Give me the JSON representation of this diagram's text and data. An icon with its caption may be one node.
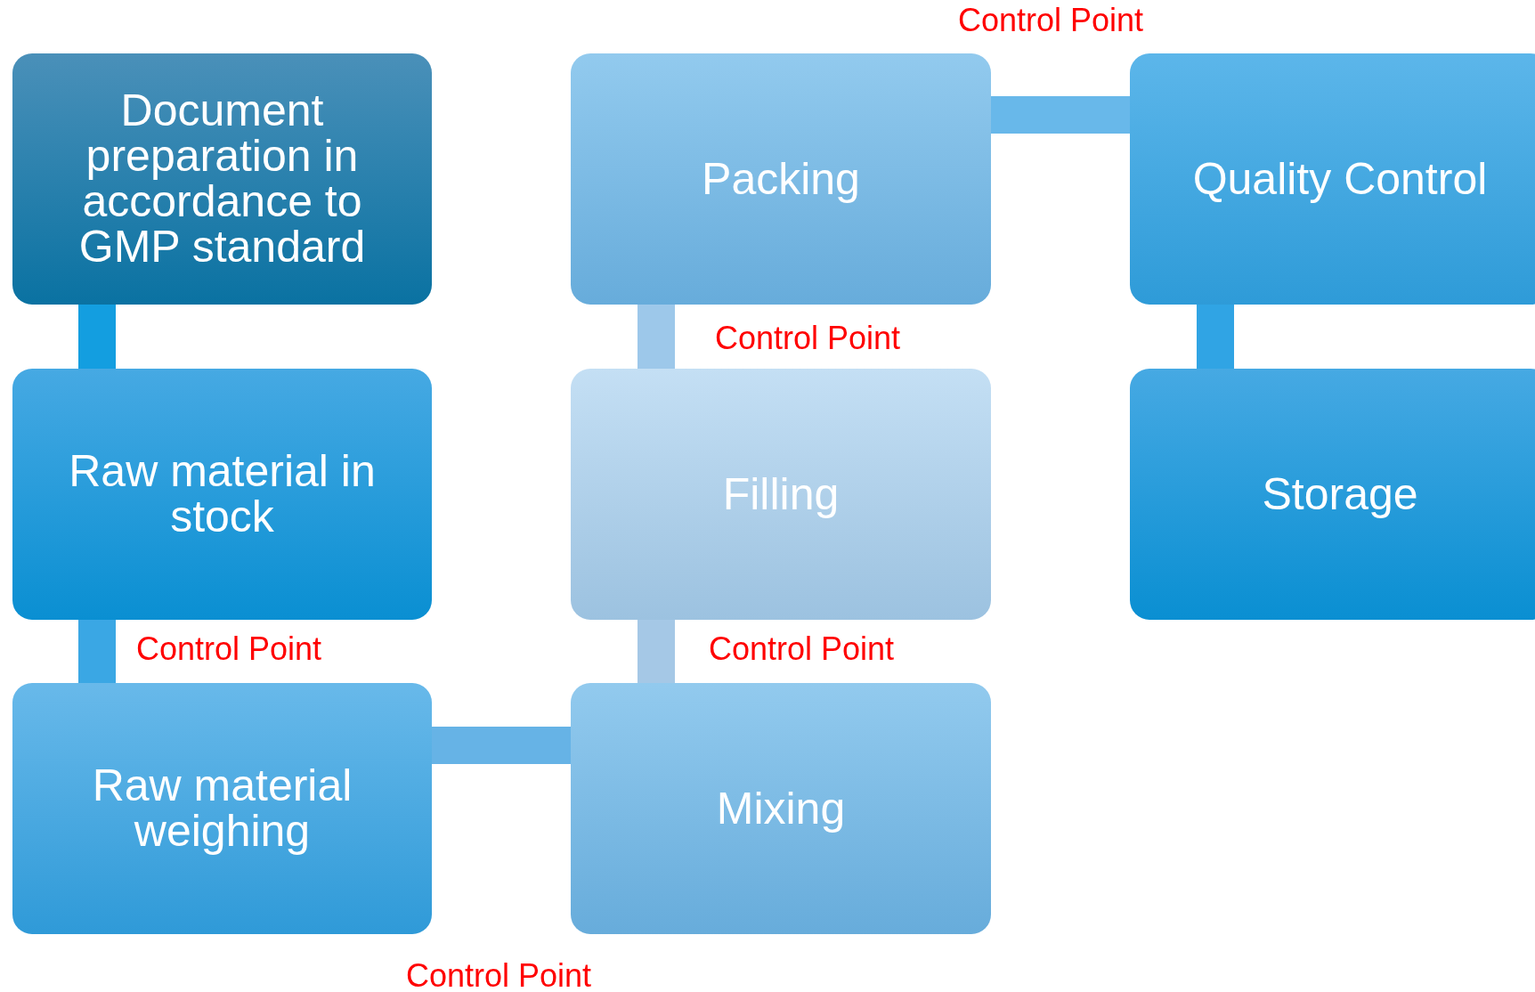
{
  "diagram": {
    "nodes": [
      {
        "text": [
          "Document preparation in accordance to GMP standard"
        ]
      },
      {
        "text": [
          "Packing"
        ]
      },
      {
        "text": [
          "Quality Control"
        ]
      },
      {
        "text": [
          "Raw material in stock"
        ]
      },
      {
        "text": [
          "Filling"
        ]
      },
      {
        "text": [
          "Storage"
        ]
      },
      {
        "text": [
          "Raw material weighing"
        ]
      },
      {
        "text": [
          "Mixing"
        ]
      }
    ],
    "edges": [
      {
        "from": 0,
        "to": 3,
        "arrow": "none"
      },
      {
        "from": 3,
        "to": 6,
        "arrow": "none"
      },
      {
        "from": 6,
        "to": 7,
        "arrow": "none"
      },
      {
        "from": 7,
        "to": 4,
        "arrow": "none",
        "color": "#a5c8e6"
      },
      {
        "from": 4,
        "to": 1,
        "arrow": "none",
        "color": "#9dc8ea"
      },
      {
        "from": 1,
        "to": 2,
        "arrow": "none"
      },
      {
        "from": 2,
        "to": 5,
        "arrow": "none"
      }
    ],
    "labels": [
      "Control Point",
      "Control Point",
      "Control Point",
      "Control Point",
      "Control Point"
    ]
  }
}
